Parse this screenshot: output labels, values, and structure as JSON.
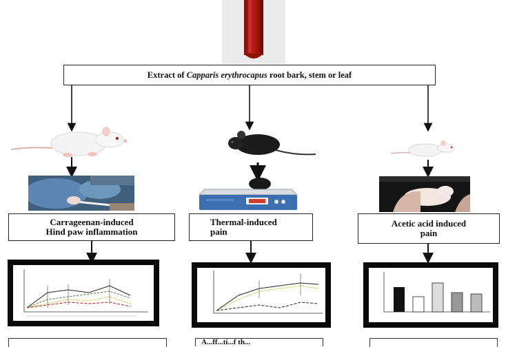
{
  "extract": {
    "prefix": "Extract of ",
    "species": "Capparis erythrocapus",
    "suffix": " root bark, stem or leaf"
  },
  "models": [
    {
      "line1": "Carrageenan-induced",
      "line2": "Hind paw inflammation"
    },
    {
      "line1": "Thermal-induced",
      "line2": "pain"
    },
    {
      "line1": "Acetic acid induced",
      "line2": "pain"
    }
  ],
  "bottom_cut_text": "A...ff...ti...f th...",
  "colors": {
    "blood": "#b01a10",
    "arrow": "#111111",
    "frame": "#0a0a0a"
  }
}
